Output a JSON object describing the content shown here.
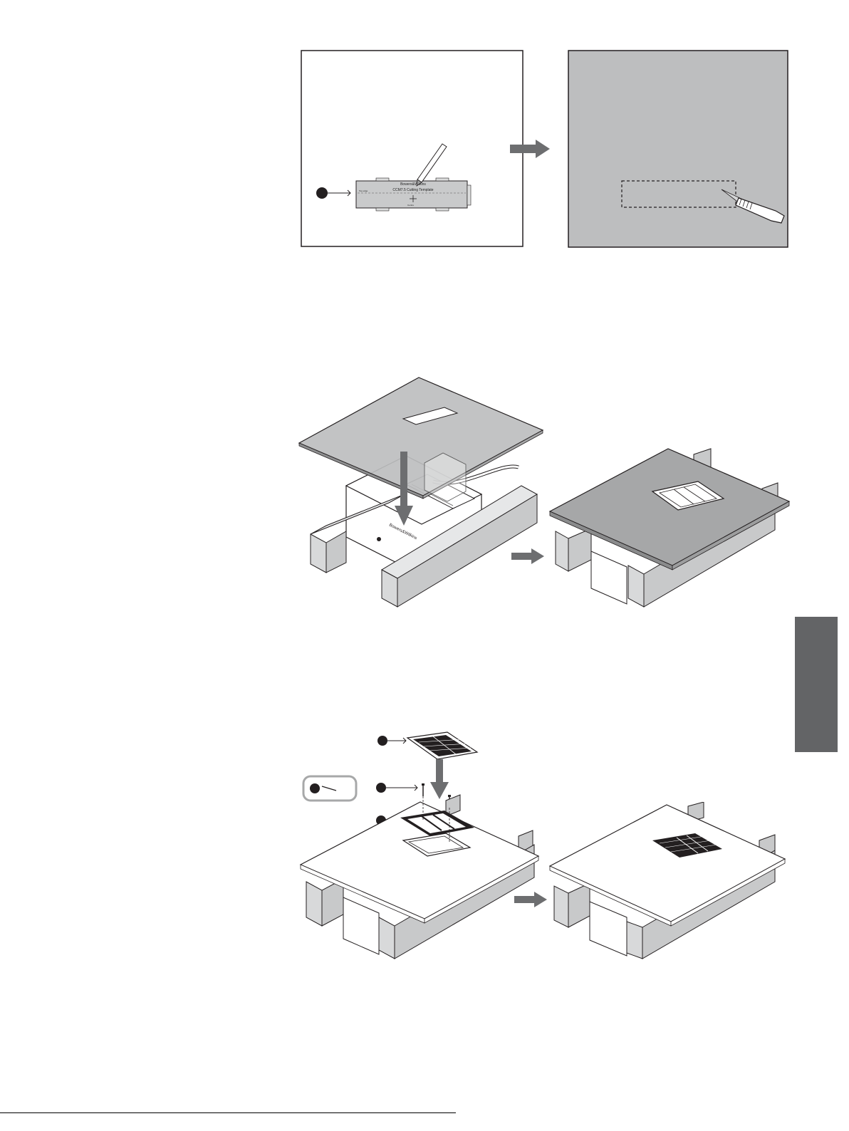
{
  "template": {
    "brand": "Bowers&Wilkins",
    "title": "CCM7.5 Cutting Template",
    "marks": [
      "Top edge",
      "Bottom edge",
      "Centre"
    ]
  },
  "colors": {
    "ceiling_gray": "#bdbebf",
    "arrow_gray": "#6d6e70",
    "side_tab": "#636466",
    "joist_light": "#e6e7e8",
    "joist_dark": "#c8c9ca",
    "ink": "#231f20"
  },
  "icons": [
    "bullet-icon",
    "arrow-right-icon",
    "arrow-down-icon",
    "pencil-icon",
    "knife-icon",
    "screw-icon",
    "grille-icon"
  ],
  "footer": {
    "text": ""
  }
}
